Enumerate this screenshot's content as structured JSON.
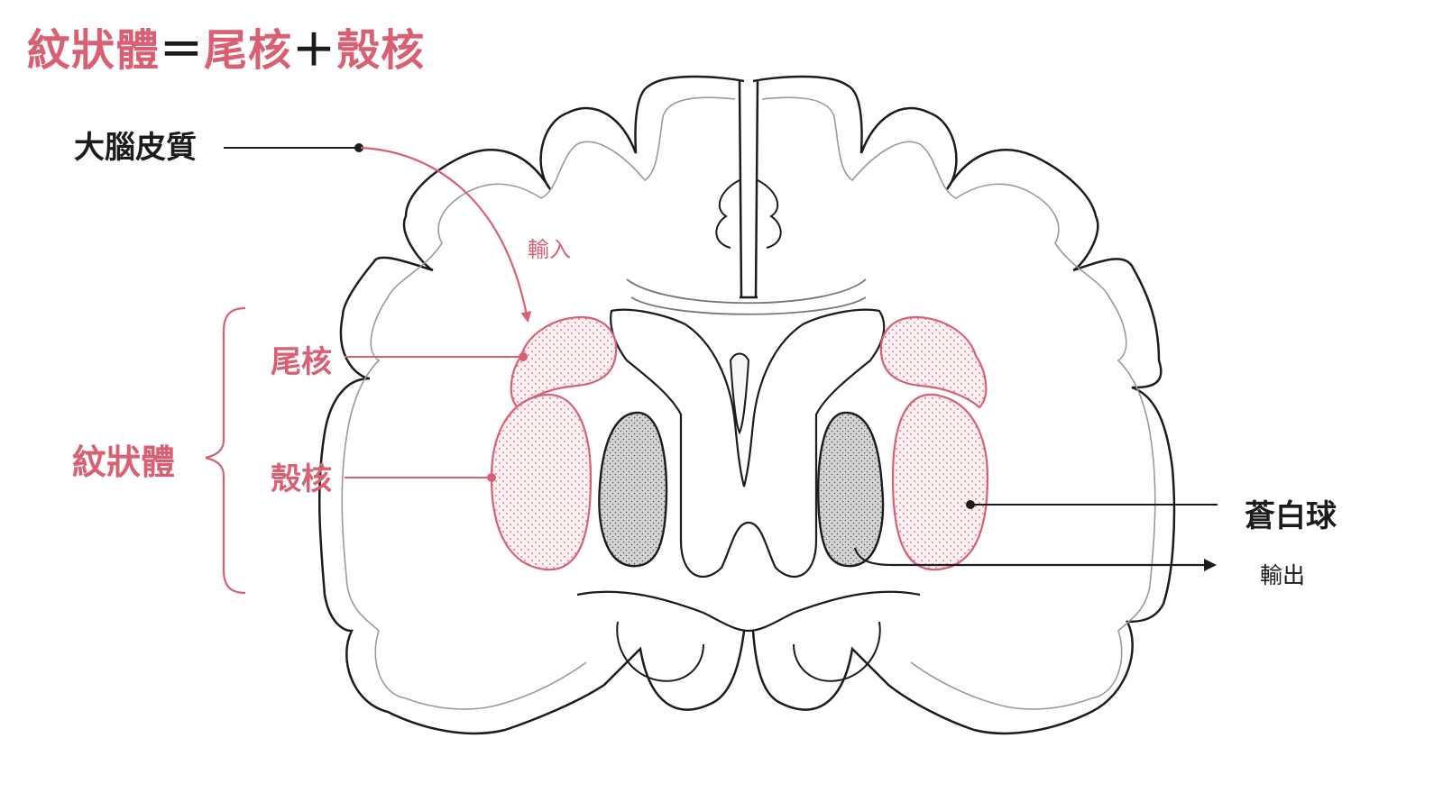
{
  "title": {
    "striatum": "紋狀體",
    "equals": "＝",
    "caudate": "尾核",
    "plus": "＋",
    "putamen": "殼核"
  },
  "labels": {
    "cortex": "大腦皮質",
    "input": "輸入",
    "caudate": "尾核",
    "striatum": "紋狀體",
    "putamen": "殼核",
    "globus_pallidus": "蒼白球",
    "output": "輸出"
  },
  "colors": {
    "accent": "#d95f73",
    "ink": "#1c1c1c",
    "gray_fill": "#d4d4d4",
    "pink_fill": "#fdf1f3"
  }
}
